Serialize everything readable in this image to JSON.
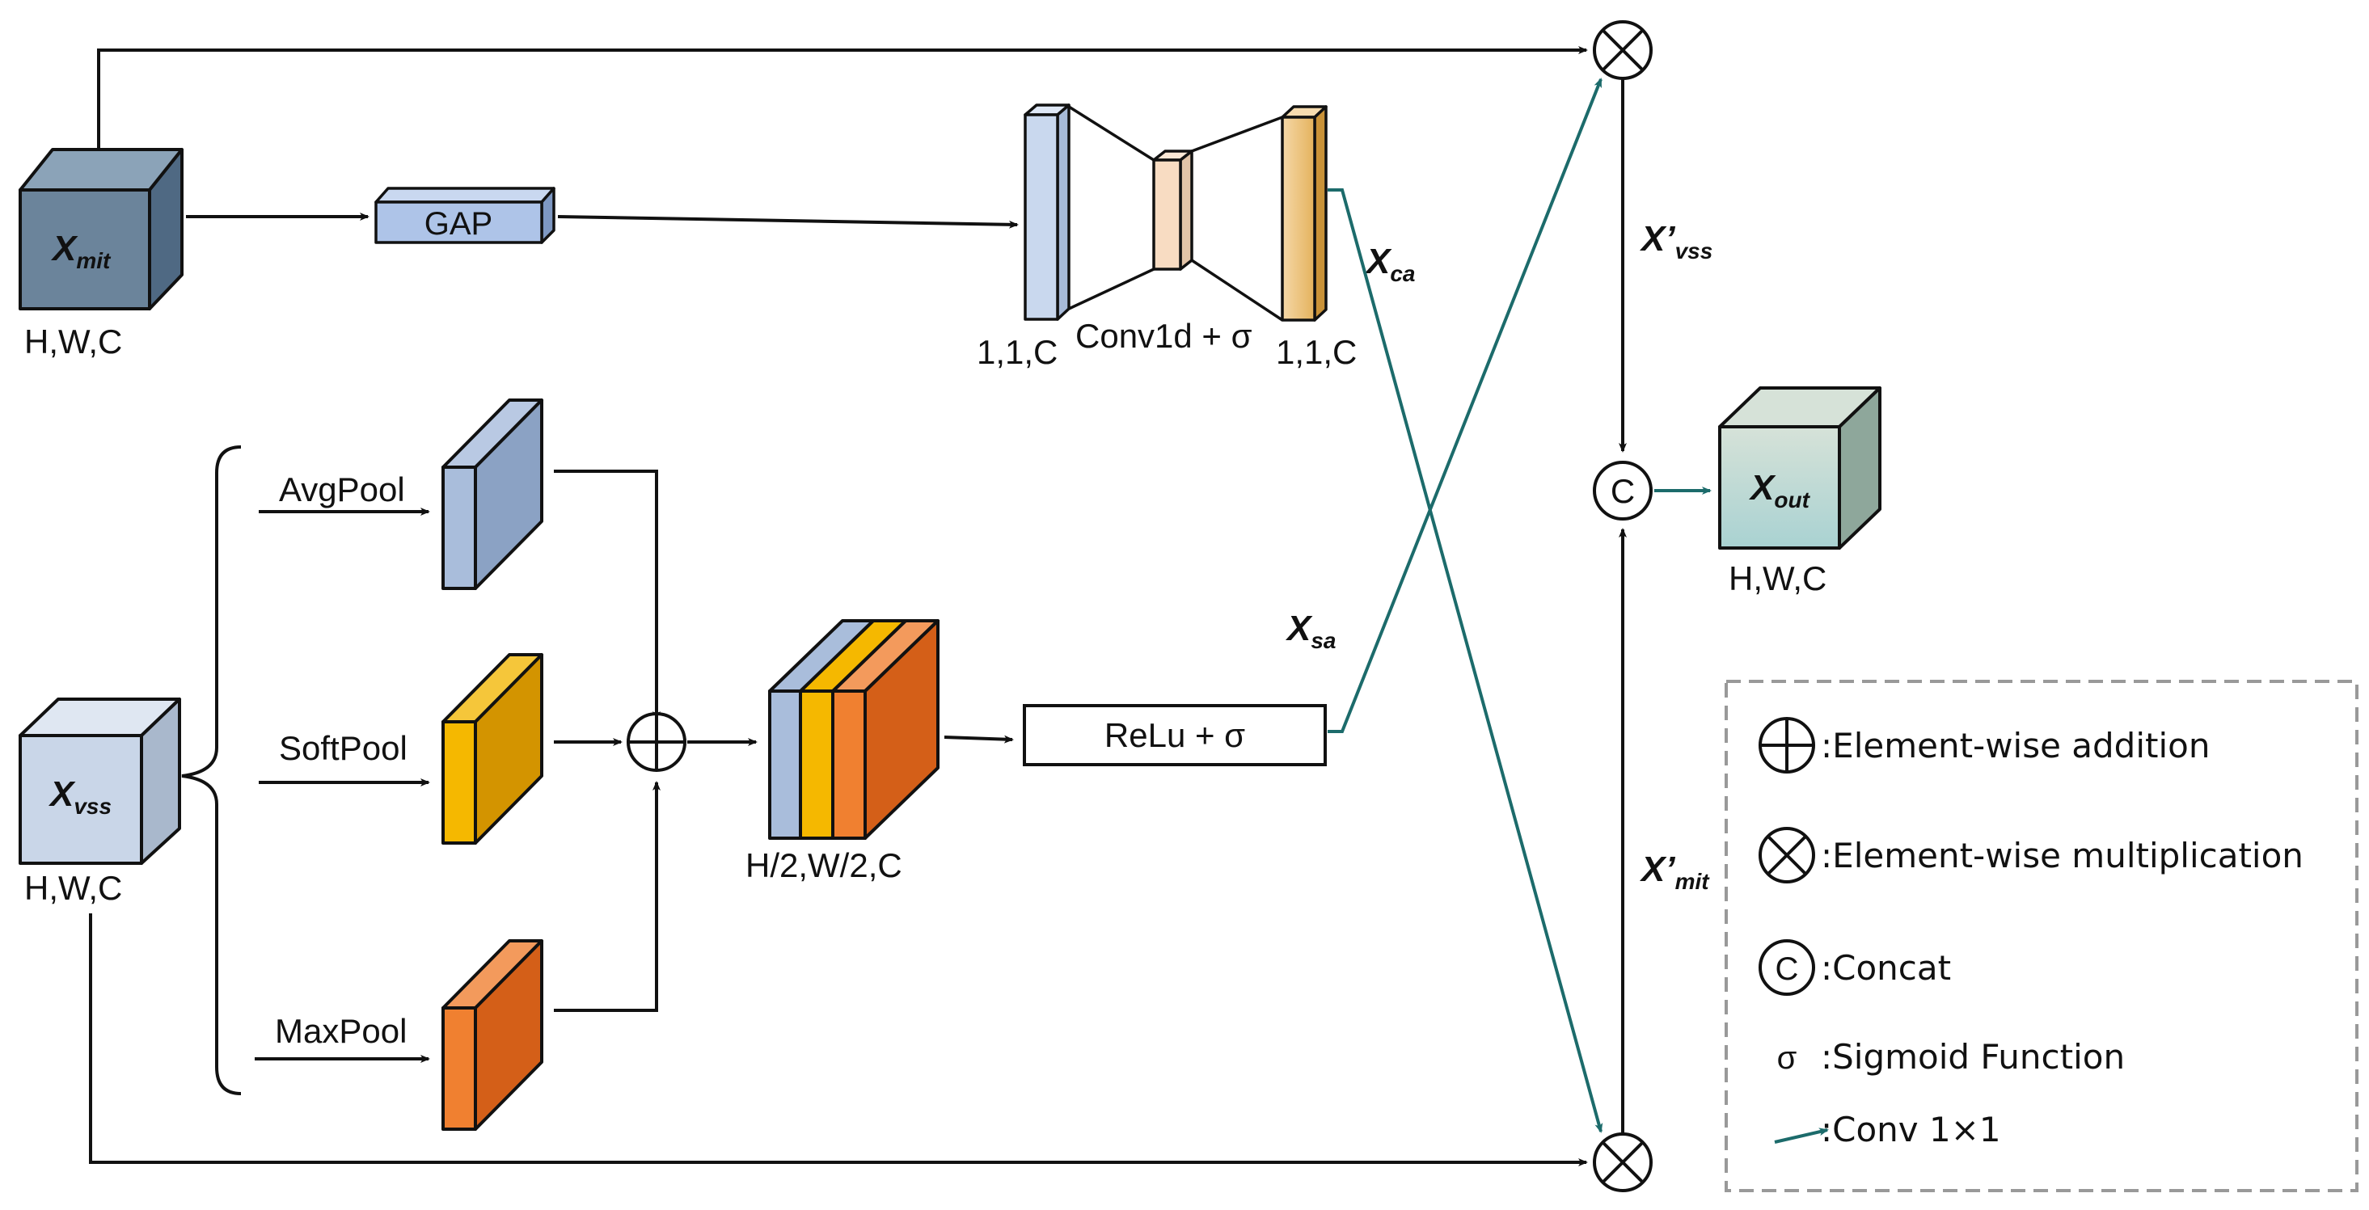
{
  "inputs": {
    "x_mit": {
      "symbol": "X",
      "sub": "mit",
      "shape": "H,W,C"
    },
    "x_vss": {
      "symbol": "X",
      "sub": "vss",
      "shape": "H,W,C"
    }
  },
  "output": {
    "symbol": "X",
    "sub": "out",
    "shape": "H,W,C"
  },
  "channel_branch": {
    "gap_label": "GAP",
    "in_shape": "1,1,C",
    "op_label": "Conv1d + σ",
    "out_shape": "1,1,C",
    "out_var": {
      "symbol": "X",
      "sub": "ca"
    }
  },
  "spatial_branch": {
    "pool_labels": [
      "AvgPool",
      "SoftPool",
      "MaxPool"
    ],
    "stack_shape": "H/2,W/2,C",
    "op_label": "ReLu + σ",
    "out_var": {
      "symbol": "X",
      "sub": "sa"
    }
  },
  "intermediate": {
    "x_vss_prime": {
      "symbol": "X’",
      "sub": "vss"
    },
    "x_mit_prime": {
      "symbol": "X’",
      "sub": "mit"
    }
  },
  "legend": {
    "items": [
      {
        "symbol": "⊕",
        "text": ":Element-wise addition"
      },
      {
        "symbol": "⊗",
        "text": ":Element-wise multiplication"
      },
      {
        "symbol": "C",
        "text": ":Concat"
      },
      {
        "symbol": "σ",
        "text": ":Sigmoid Function"
      },
      {
        "symbol": "arrow",
        "text": ":Conv 1×1"
      }
    ]
  },
  "colors": {
    "conv_arrow": "#1c6b6b",
    "mit_cube": "#6b849b",
    "vss_cube": "#c5d3e6",
    "out_cube": "#b3d3d2",
    "avg": "#8ba2c4",
    "soft": "#e6a800",
    "max": "#e0691e",
    "gap": "#aec4e8"
  }
}
